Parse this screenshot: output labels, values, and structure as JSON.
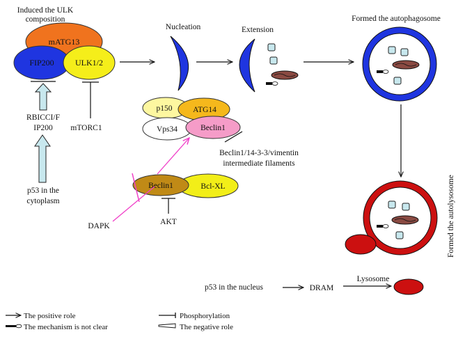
{
  "ulk": {
    "title_line1": "Induced the ULK",
    "title_line2": "composition",
    "matg13": "mATG13",
    "fip200": "FIP200",
    "ulk12": "ULK1/2"
  },
  "regulators": {
    "rbicci_line1": "RBICCI/F",
    "rbicci_line2": "IP200",
    "p53_cyto_line1": "p53 in the",
    "p53_cyto_line2": "cytoplasm",
    "mtorc1": "mTORC1",
    "dapk": "DAPK",
    "akt": "AKT"
  },
  "stages": {
    "nucleation": "Nucleation",
    "extension": "Extension",
    "autophagosome": "Formed the autophagosome",
    "autolysosome": "Formed the autolysosome"
  },
  "pi3k_complex": {
    "p150": "p150",
    "atg14": "ATG14",
    "vps34": "Vps34",
    "beclin1": "Beclin1"
  },
  "inhibitors": {
    "vimentin_line1": "Beclin1/14-3-3/vimentin",
    "vimentin_line2": "intermediate filaments",
    "beclin1": "Beclin1",
    "bclxl": "Bcl-XL"
  },
  "nucleus_path": {
    "p53_nucleus": "p53 in the nucleus",
    "dram": "DRAM",
    "lysosome": "Lysosome"
  },
  "legend": {
    "positive": "The positive role",
    "unclear": "The mechanism is not clear",
    "phosphorylation": "Phosphorylation",
    "negative": "The negative role"
  },
  "colors": {
    "orange": "#f0731e",
    "blue": "#1f35e0",
    "yellow": "#f5ee1a",
    "pale_yellow": "#fdf7a0",
    "gold": "#f5b81c",
    "pink": "#f59cc8",
    "brown_gold": "#c08a16",
    "magenta": "#f040c8",
    "red": "#cc1010",
    "light_blue": "#c8e8ee",
    "mito": "#8a4a42"
  }
}
